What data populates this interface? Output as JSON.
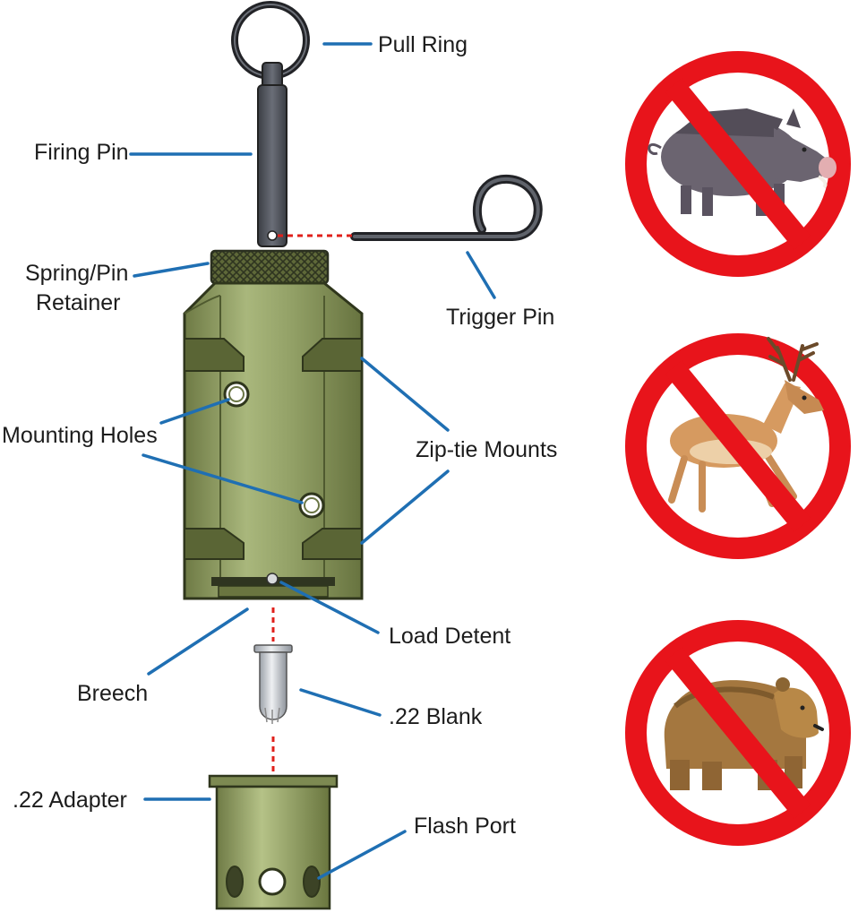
{
  "colors": {
    "leader": "#1f6fb3",
    "dashed": "#e0201b",
    "body_green": "#8f9e63",
    "body_dark": "#556138",
    "body_light": "#b3c085",
    "metal": "#4b4f57",
    "prohibition_red": "#e8141b",
    "label_text": "#1c1c1c"
  },
  "labels": {
    "pull_ring": "Pull Ring",
    "firing_pin": "Firing Pin",
    "spring_pin_retainer_1": "Spring/Pin",
    "spring_pin_retainer_2": "Retainer",
    "trigger_pin": "Trigger Pin",
    "mounting_holes": "Mounting Holes",
    "zip_tie_mounts": "Zip-tie Mounts",
    "load_detent": "Load Detent",
    "breech": "Breech",
    "blank_22": ".22 Blank",
    "adapter_22": ".22 Adapter",
    "flash_port": "Flash Port"
  },
  "prohibited_animals": [
    {
      "name": "boar",
      "icon": "no-boar-icon"
    },
    {
      "name": "deer",
      "icon": "no-deer-icon"
    },
    {
      "name": "bear",
      "icon": "no-bear-icon"
    }
  ]
}
